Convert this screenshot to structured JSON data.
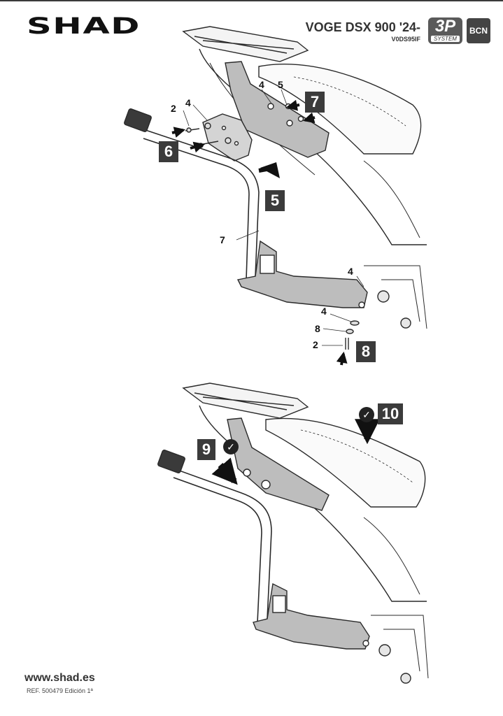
{
  "header": {
    "brand": "SHAD",
    "model": "VOGE DSX 900 '24-",
    "ref_code": "V0DS95IF",
    "system_badge": {
      "big": "3P",
      "small": "SYSTEM"
    },
    "city_badge": "BCN"
  },
  "steps": {
    "s5": "5",
    "s6": "6",
    "s7": "7",
    "s8": "8",
    "s9": "9",
    "s10": "10"
  },
  "parts": {
    "p2a": "2",
    "p4a": "4",
    "p4b": "4",
    "p5": "5",
    "p7": "7",
    "p4c": "4",
    "p4d": "4",
    "p8": "8",
    "p2b": "2"
  },
  "checks": {
    "c9": "✓",
    "c10": "✓"
  },
  "footer": {
    "website": "www.shad.es",
    "reference": "REF. 500479 Edición 1ª"
  },
  "colors": {
    "step_bg": "#3b3b3b",
    "bracket": "#bdbdbd",
    "line": "#2a2a2a"
  }
}
